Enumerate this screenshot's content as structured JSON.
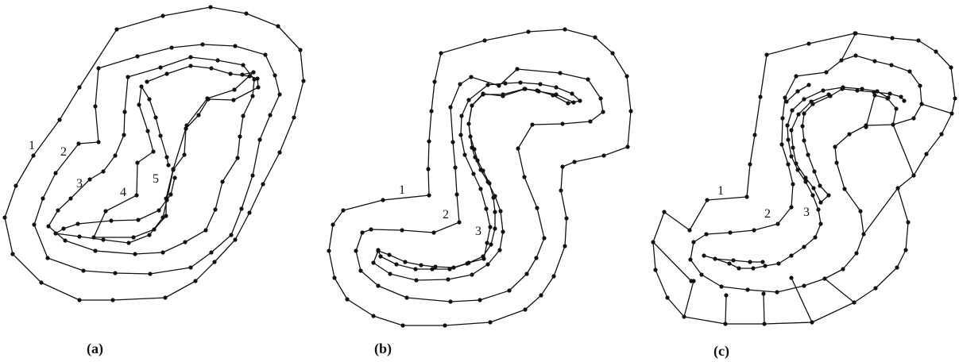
{
  "panels": [
    {
      "id": "a",
      "caption": "(a)",
      "labels": [
        "1",
        "2",
        "3",
        "4",
        "5"
      ]
    },
    {
      "id": "b",
      "caption": "(b)",
      "labels": [
        "1",
        "2",
        "3"
      ]
    },
    {
      "id": "c",
      "caption": "(c)",
      "labels": [
        "1",
        "2",
        "3"
      ]
    }
  ],
  "colors": {
    "line": "#111111",
    "background": "#ffffff"
  }
}
